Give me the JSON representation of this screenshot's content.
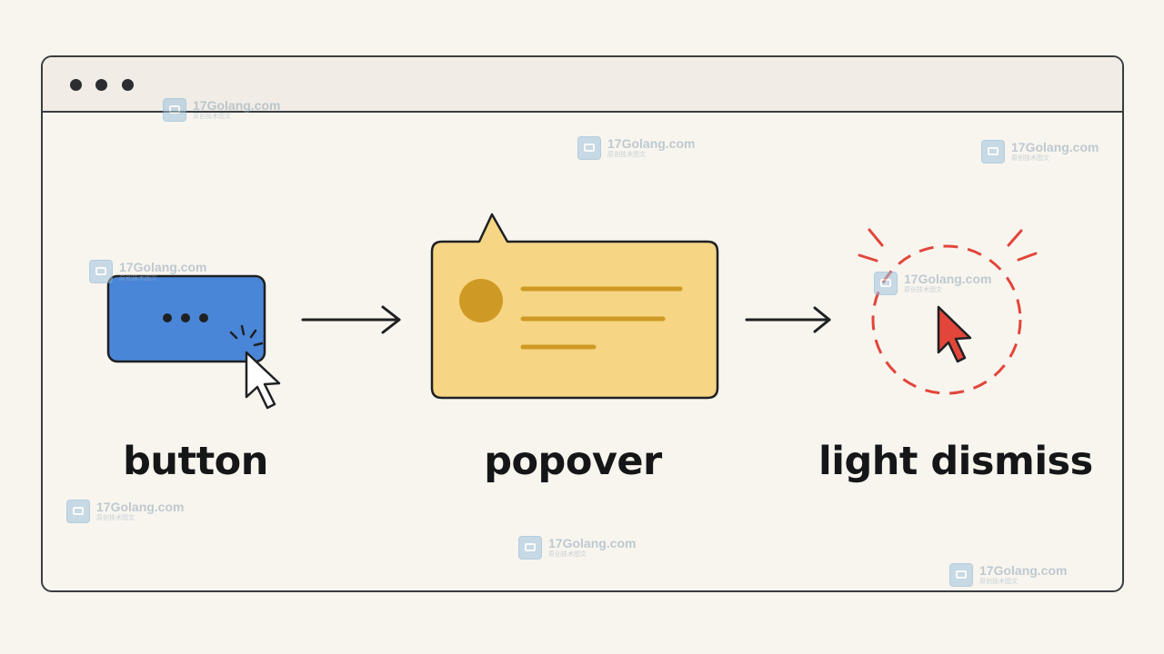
{
  "steps": [
    {
      "label": "button"
    },
    {
      "label": "popover"
    },
    {
      "label": "light dismiss"
    }
  ],
  "watermark": {
    "text": "17Golang.com",
    "subtext": "原创技术图文"
  },
  "colors": {
    "button_fill": "#4a86d8",
    "popover_fill": "#f6d584",
    "popover_accent": "#cf9a24",
    "dismiss_red": "#e2463a",
    "outline": "#1f2022",
    "background": "#f8f5ee"
  },
  "icons": [
    "more-dots-icon",
    "pointer-cursor-icon",
    "arrow-right-icon",
    "red-cursor-icon"
  ]
}
